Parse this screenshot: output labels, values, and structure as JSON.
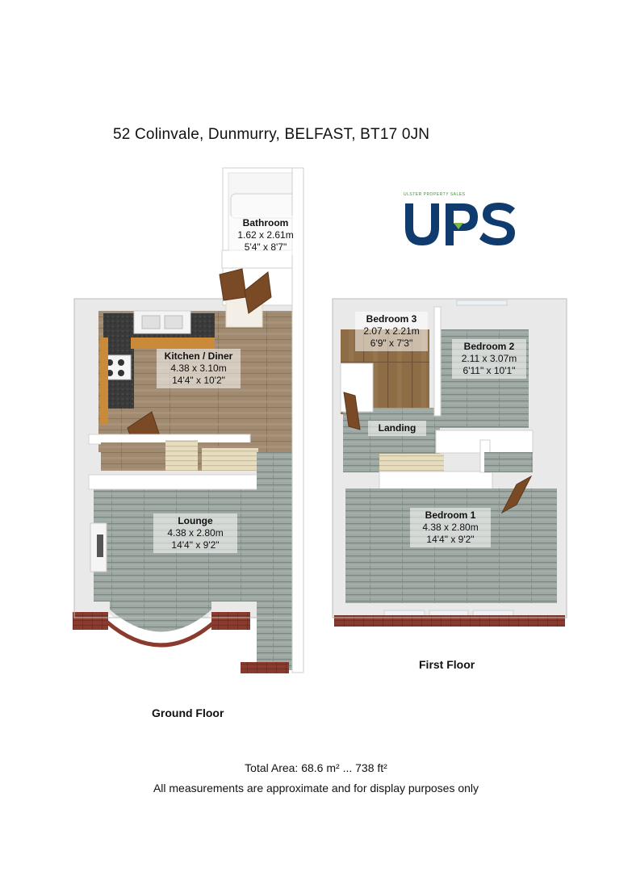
{
  "header": {
    "address": "52 Colinvale, Dunmurry, BELFAST, BT17 0JN"
  },
  "logo": {
    "text": "UPS",
    "tagline": "ULSTER PROPERTY SALES",
    "colors": {
      "primary": "#0f3b6e",
      "accent": "#7ab648"
    }
  },
  "ground_floor": {
    "label": "Ground Floor",
    "rooms": [
      {
        "name": "Bathroom",
        "metric": "1.62 x 2.61m",
        "imperial": "5'4\" x 8'7\""
      },
      {
        "name": "Kitchen / Diner",
        "metric": "4.38 x 3.10m",
        "imperial": "14'4\" x 10'2\""
      },
      {
        "name": "Lounge",
        "metric": "4.38 x 2.80m",
        "imperial": "14'4\" x 9'2\""
      }
    ]
  },
  "first_floor": {
    "label": "First Floor",
    "rooms": [
      {
        "name": "Bedroom 3",
        "metric": "2.07 x 2.21m",
        "imperial": "6'9\" x 7'3\""
      },
      {
        "name": "Bedroom 2",
        "metric": "2.11 x 3.07m",
        "imperial": "6'11\" x 10'1\""
      },
      {
        "name": "Landing"
      },
      {
        "name": "Bedroom 1",
        "metric": "4.38 x 2.80m",
        "imperial": "14'4\" x 9'2\""
      }
    ]
  },
  "footer": {
    "total_area": "Total Area: 68.6 m² ... 738 ft²",
    "disclaimer": "All measurements are approximate and for display purposes only"
  },
  "colors": {
    "floor_grey": "#9aa39f",
    "floor_wood": "#8c6a42",
    "wall": "#ffffff",
    "brick": "#8a3a2e",
    "counter": "#3b3b3b",
    "cabinet": "#c98a3a"
  }
}
